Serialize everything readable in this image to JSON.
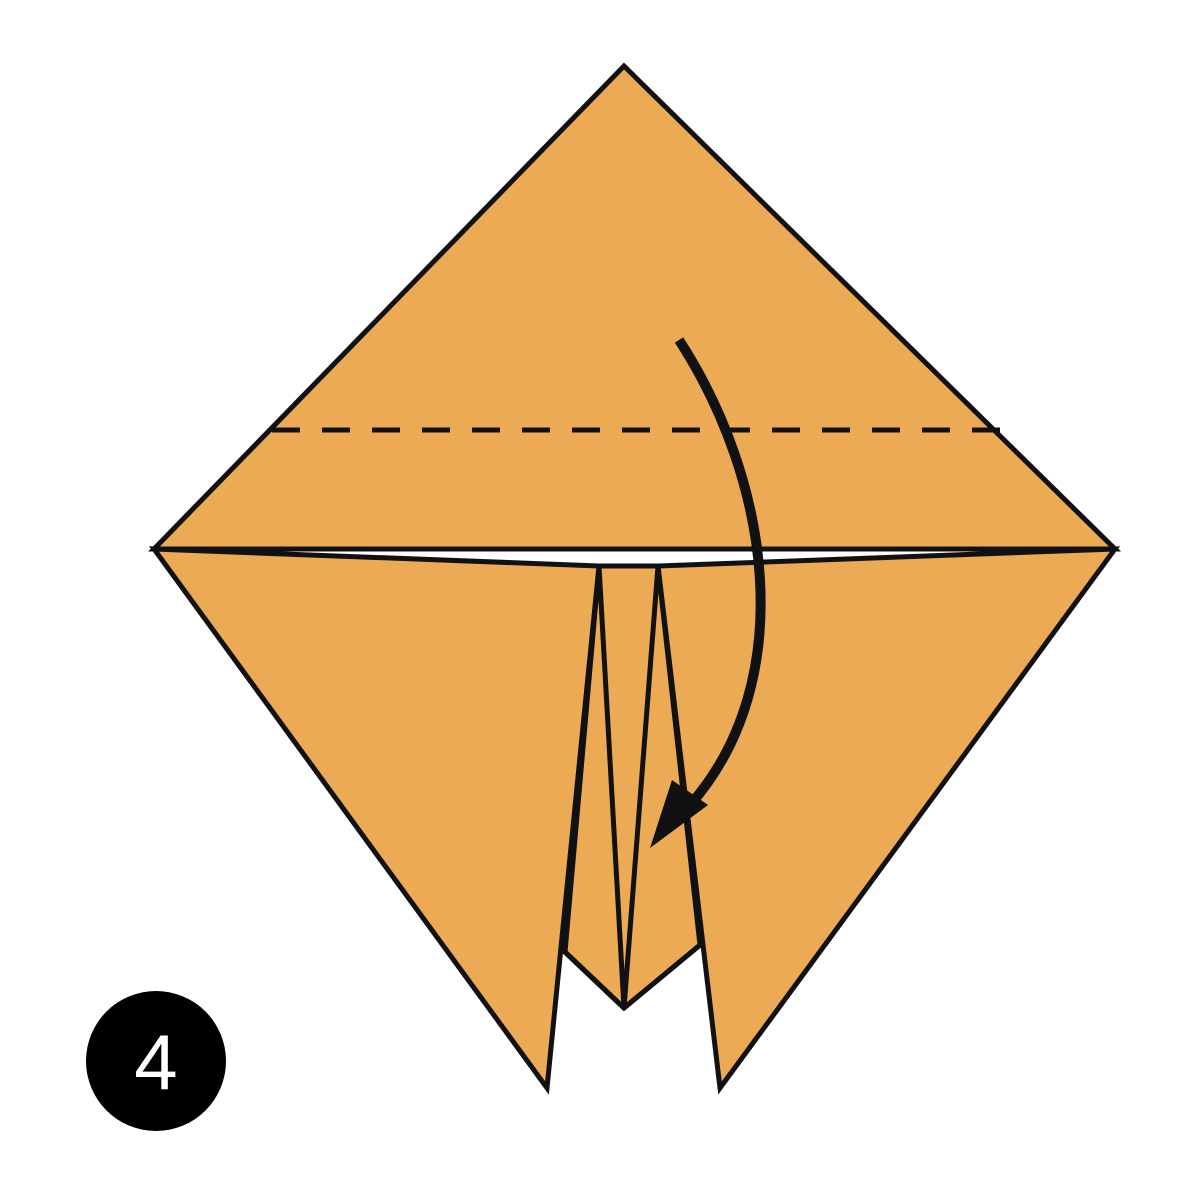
{
  "diagram": {
    "step_number": "4",
    "paper_color": "#EDAA55",
    "line_color": "#111111",
    "badge_color": "#000000",
    "badge_text_color": "#FFFFFF",
    "elements": {
      "fold_line": "valley-fold-dashed-line",
      "arrow": "fold-down-arrow"
    }
  }
}
